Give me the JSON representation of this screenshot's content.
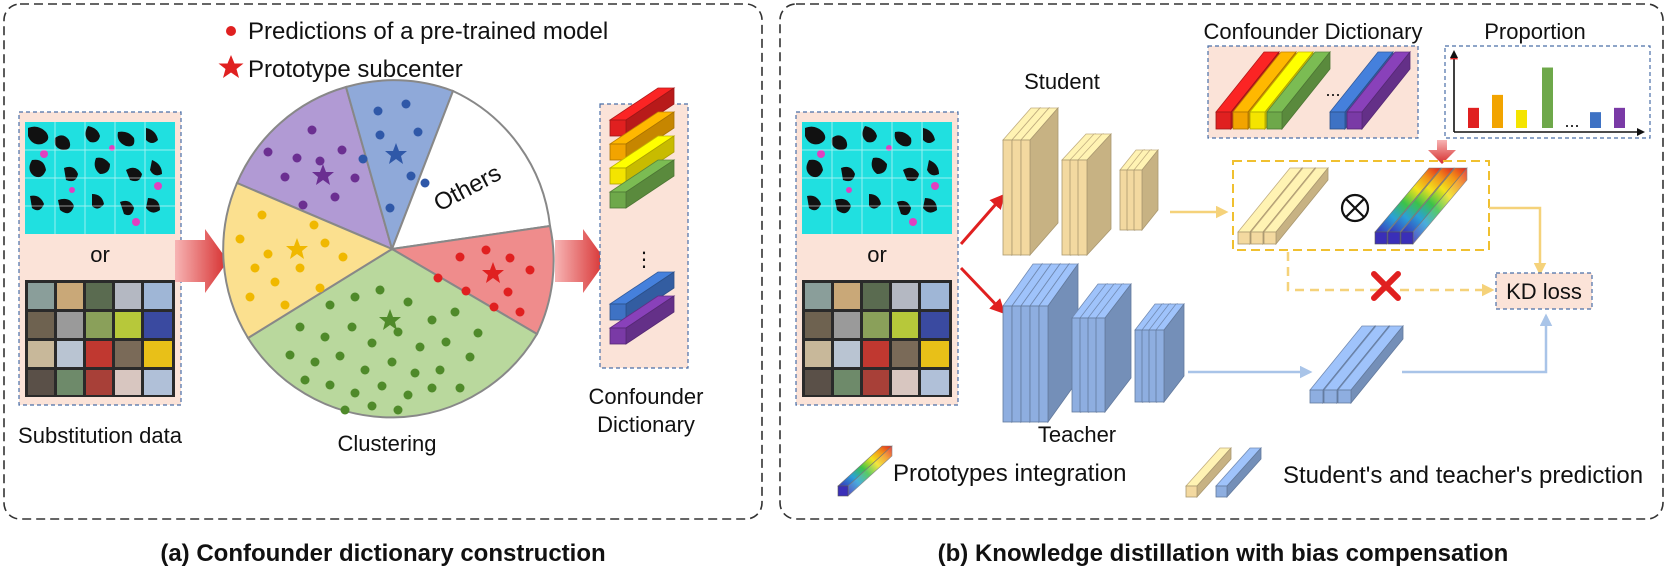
{
  "panel_a": {
    "legend_point": "Predictions of a pre-trained model",
    "legend_star": "Prototype subcenter",
    "or_label": "or",
    "substitution_label": "Substitution data",
    "clustering_label": "Clustering",
    "others_label": "Others",
    "dictionary_label_line1": "Confounder",
    "dictionary_label_line2": "Dictionary",
    "ellipsis": "⋮",
    "caption": "(a) Confounder dictionary construction"
  },
  "panel_b": {
    "student_label": "Student",
    "teacher_label": "Teacher",
    "or_label": "or",
    "dictionary_title": "Confounder Dictionary",
    "proportion_title": "Proportion",
    "dict_ellipsis": "...",
    "prop_ellipsis": "...",
    "kd_loss": "KD loss",
    "legend_integration": "Prototypes integration",
    "legend_prediction": "Student's and teacher's prediction",
    "caption": "(b)  Knowledge distillation with bias compensation"
  },
  "colors": {
    "red": "#e02020",
    "orange": "#f2a400",
    "yellow": "#f4e400",
    "green": "#6ea84a",
    "blue": "#3e72c4",
    "purple": "#7a3aa6",
    "student": "#f3d9a0",
    "teacher": "#8eaee0",
    "pie_purple": "#b19ad4",
    "pie_blue": "#8fa9d9",
    "pie_red": "#ef8c8c",
    "pie_yellow": "#fbe08f",
    "pie_green": "#b9d89d"
  },
  "proportion_values": [
    0.28,
    0.46,
    0.25,
    0.84,
    0.22,
    0.28
  ]
}
